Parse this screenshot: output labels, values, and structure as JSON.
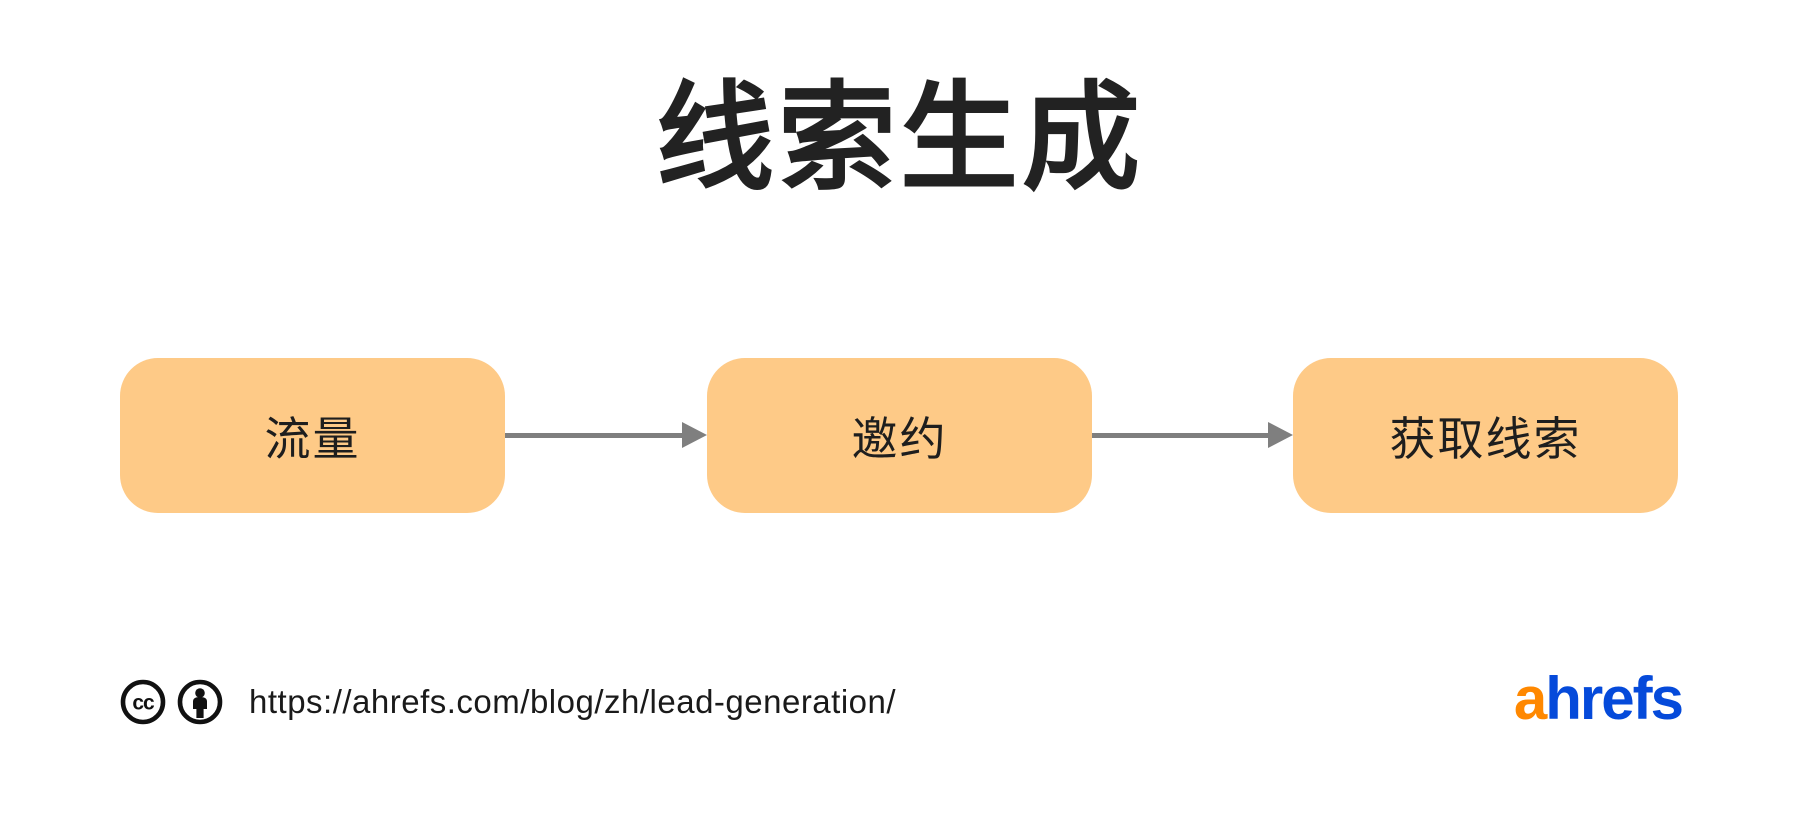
{
  "title": "线索生成",
  "flow": {
    "nodes": [
      {
        "id": "traffic",
        "label": "流量"
      },
      {
        "id": "invite",
        "label": "邀约"
      },
      {
        "id": "get-leads",
        "label": "获取线索"
      }
    ],
    "connections": [
      {
        "from": "traffic",
        "to": "invite"
      },
      {
        "from": "invite",
        "to": "get-leads"
      }
    ]
  },
  "footer": {
    "license": {
      "icons": [
        "cc-icon",
        "attribution-icon"
      ],
      "cc_label": "cc"
    },
    "url": "https://ahrefs.com/blog/zh/lead-generation/",
    "logo": {
      "first_letter": "a",
      "rest": "hrefs"
    }
  },
  "colors": {
    "background": "#FFFFFF",
    "node_fill": "#FECA87",
    "arrow": "#7F7F7F",
    "text": "#222222",
    "logo_orange": "#FF8800",
    "logo_blue": "#054ADA"
  }
}
